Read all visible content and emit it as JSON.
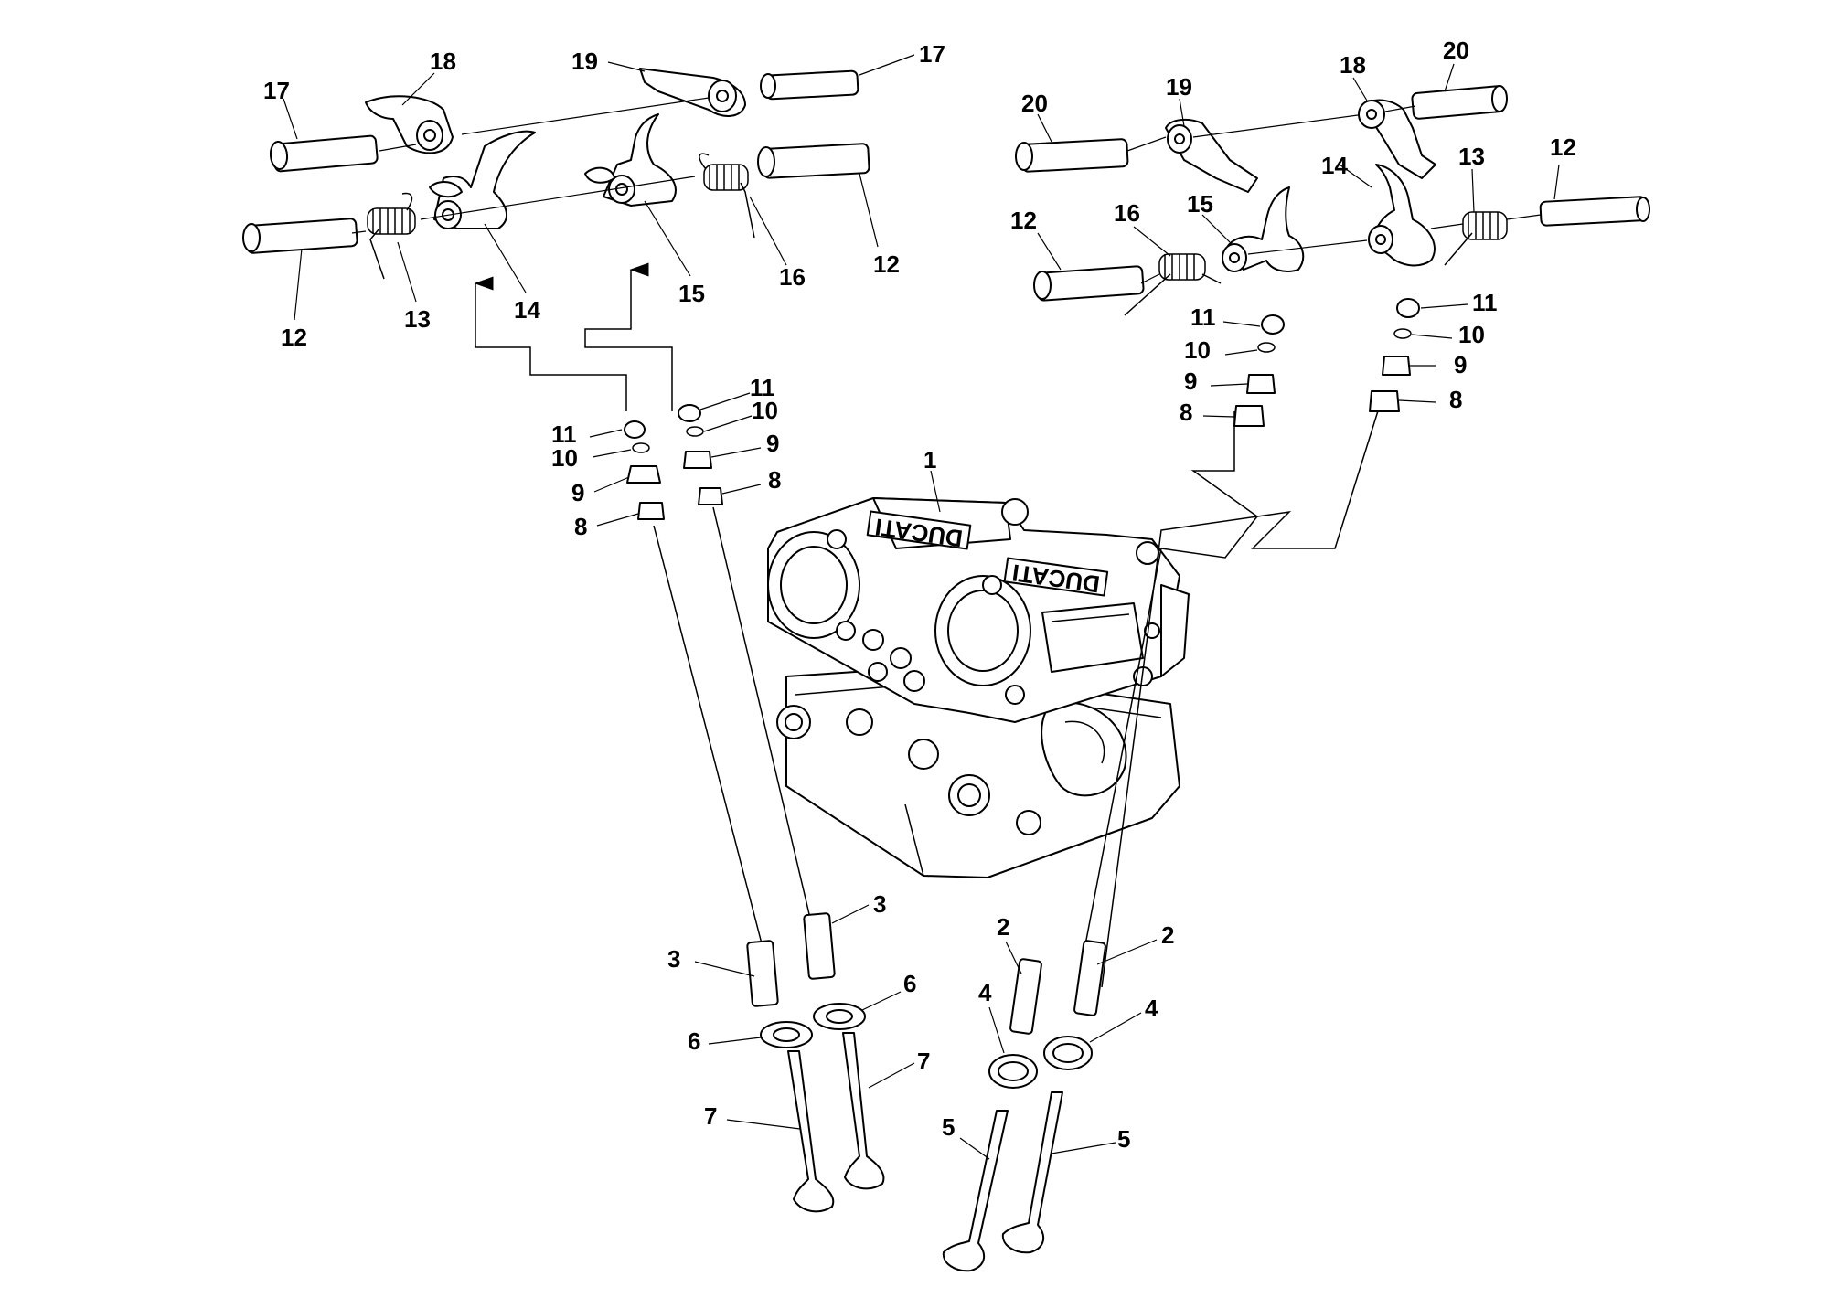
{
  "diagram": {
    "brand_text": "DUCATI",
    "colors": {
      "line": "#000000",
      "background": "#ffffff"
    },
    "callouts": [
      {
        "id": "c17a",
        "text": "17"
      },
      {
        "id": "c18a",
        "text": "18"
      },
      {
        "id": "c19a",
        "text": "19"
      },
      {
        "id": "c17b",
        "text": "17"
      },
      {
        "id": "c12a",
        "text": "12"
      },
      {
        "id": "c13a",
        "text": "13"
      },
      {
        "id": "c14a",
        "text": "14"
      },
      {
        "id": "c15a",
        "text": "15"
      },
      {
        "id": "c16a",
        "text": "16"
      },
      {
        "id": "c12b",
        "text": "12"
      },
      {
        "id": "c20a",
        "text": "20"
      },
      {
        "id": "c19b",
        "text": "19"
      },
      {
        "id": "c18b",
        "text": "18"
      },
      {
        "id": "c20b",
        "text": "20"
      },
      {
        "id": "c12c",
        "text": "12"
      },
      {
        "id": "c16b",
        "text": "16"
      },
      {
        "id": "c15b",
        "text": "15"
      },
      {
        "id": "c14b",
        "text": "14"
      },
      {
        "id": "c13b",
        "text": "13"
      },
      {
        "id": "c12d",
        "text": "12"
      },
      {
        "id": "c11a",
        "text": "11"
      },
      {
        "id": "c10a",
        "text": "10"
      },
      {
        "id": "c9a",
        "text": "9"
      },
      {
        "id": "c8a",
        "text": "8"
      },
      {
        "id": "c11b",
        "text": "11"
      },
      {
        "id": "c10b",
        "text": "10"
      },
      {
        "id": "c9b",
        "text": "9"
      },
      {
        "id": "c8b",
        "text": "8"
      },
      {
        "id": "c11c",
        "text": "11"
      },
      {
        "id": "c10c",
        "text": "10"
      },
      {
        "id": "c9c",
        "text": "9"
      },
      {
        "id": "c8c",
        "text": "8"
      },
      {
        "id": "c11d",
        "text": "11"
      },
      {
        "id": "c10d",
        "text": "10"
      },
      {
        "id": "c9d",
        "text": "9"
      },
      {
        "id": "c8d",
        "text": "8"
      },
      {
        "id": "c1",
        "text": "1"
      },
      {
        "id": "c3a",
        "text": "3"
      },
      {
        "id": "c3b",
        "text": "3"
      },
      {
        "id": "c6a",
        "text": "6"
      },
      {
        "id": "c6b",
        "text": "6"
      },
      {
        "id": "c7a",
        "text": "7"
      },
      {
        "id": "c7b",
        "text": "7"
      },
      {
        "id": "c2a",
        "text": "2"
      },
      {
        "id": "c2b",
        "text": "2"
      },
      {
        "id": "c4a",
        "text": "4"
      },
      {
        "id": "c4b",
        "text": "4"
      },
      {
        "id": "c5a",
        "text": "5"
      },
      {
        "id": "c5b",
        "text": "5"
      }
    ]
  }
}
